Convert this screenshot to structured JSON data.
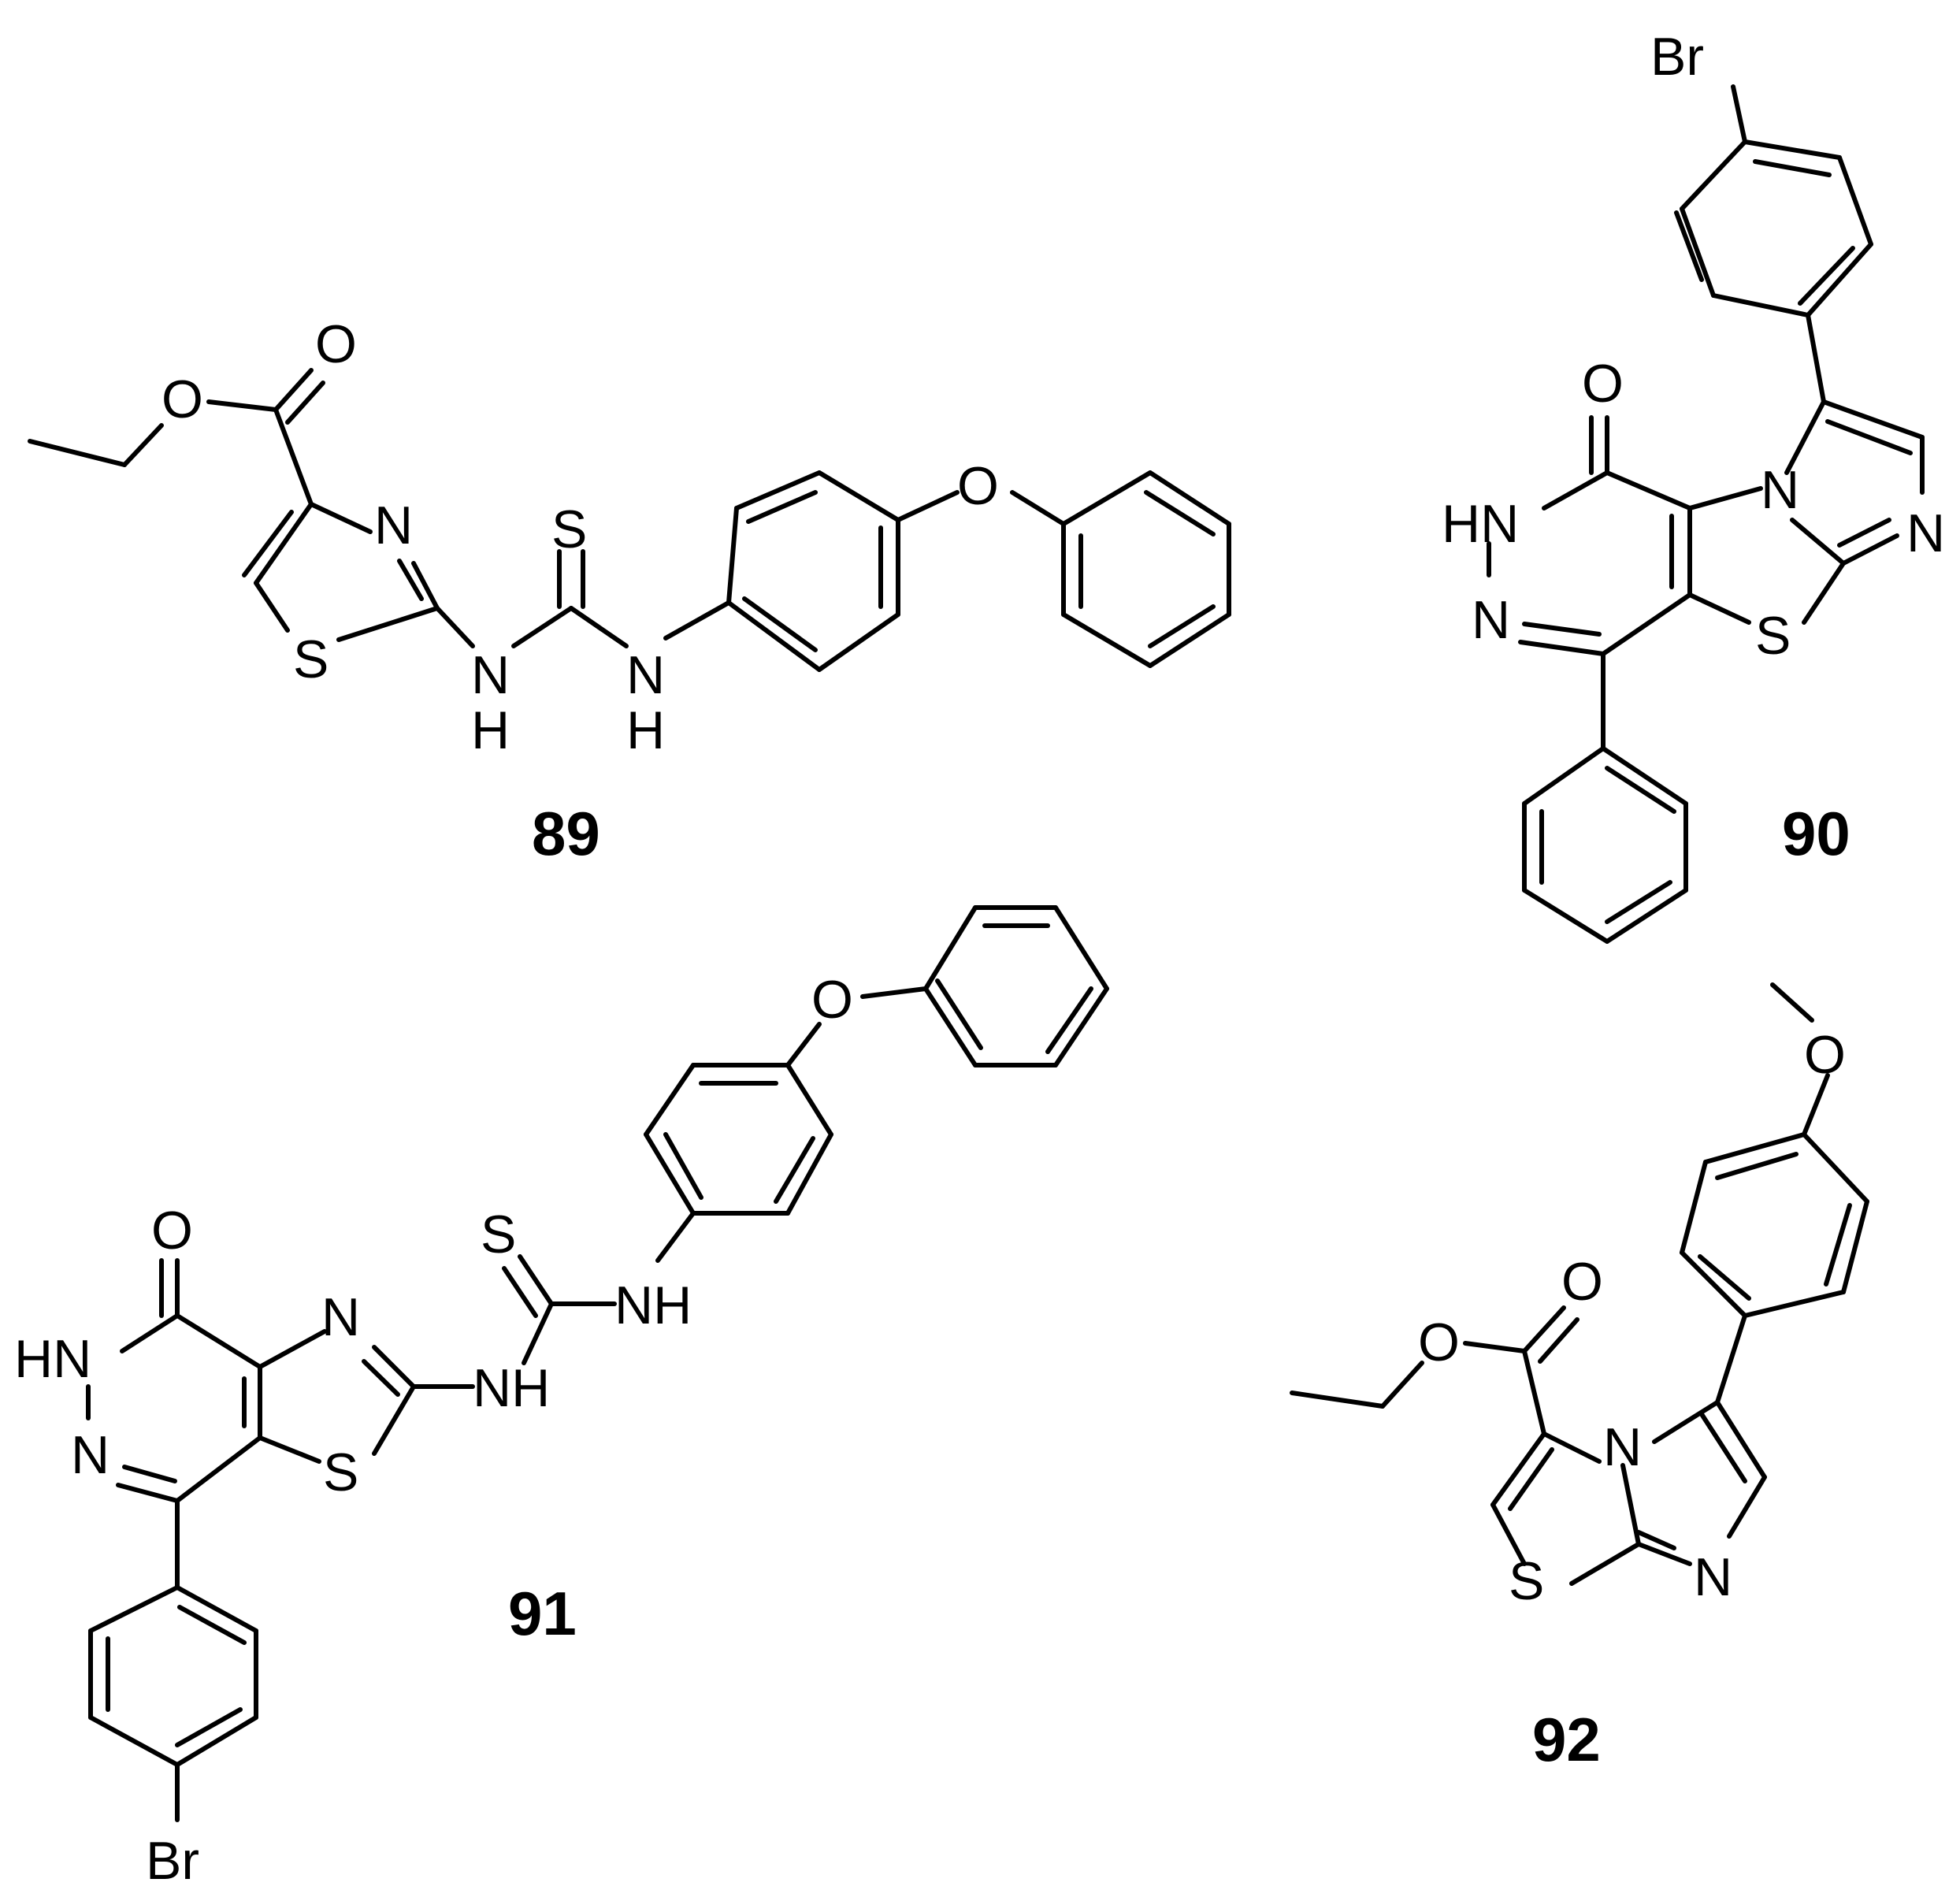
{
  "compounds": [
    {
      "id": "89"
    },
    {
      "id": "90"
    },
    {
      "id": "91"
    },
    {
      "id": "92"
    }
  ],
  "atoms": {
    "O": "O",
    "S": "S",
    "N": "N",
    "H": "H",
    "NH": "NH",
    "HN": "HN",
    "Br": "Br"
  }
}
